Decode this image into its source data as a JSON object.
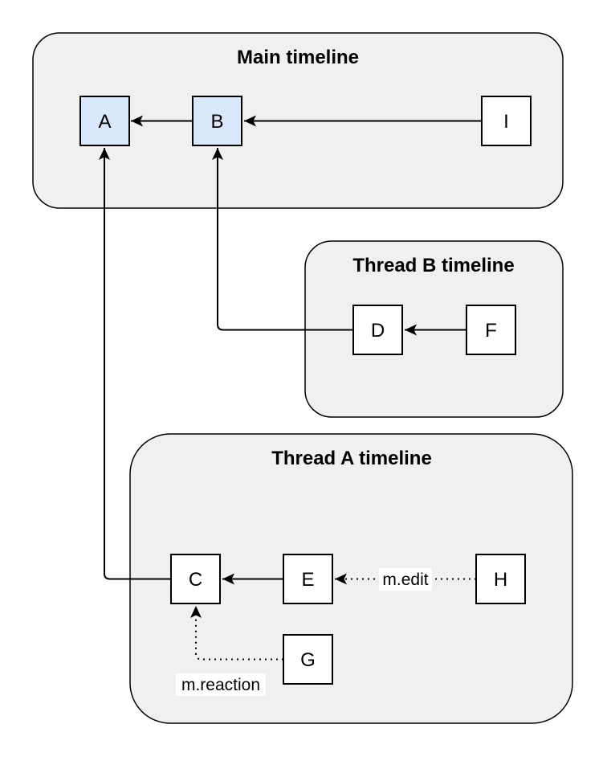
{
  "diagram": {
    "colors": {
      "background": "#ffffff",
      "container_fill": "#f0f0f0",
      "container_border": "#000000",
      "node_fill_highlight": "#dae8fc",
      "node_fill_default": "#ffffff",
      "node_border": "#000000",
      "edge_color": "#000000",
      "label_background": "#ffffff"
    },
    "containers": [
      {
        "id": "main",
        "title": "Main timeline",
        "fill": "#f0f0f0"
      },
      {
        "id": "thread-b",
        "title": "Thread B timeline",
        "fill": "#f0f0f0"
      },
      {
        "id": "thread-a",
        "title": "Thread A timeline",
        "fill": "#f0f0f0"
      }
    ],
    "nodes": [
      {
        "id": "A",
        "label": "A",
        "container": "main",
        "fill": "#dae8fc"
      },
      {
        "id": "B",
        "label": "B",
        "container": "main",
        "fill": "#dae8fc"
      },
      {
        "id": "I",
        "label": "I",
        "container": "main",
        "fill": "#ffffff"
      },
      {
        "id": "D",
        "label": "D",
        "container": "thread-b",
        "fill": "#ffffff"
      },
      {
        "id": "F",
        "label": "F",
        "container": "thread-b",
        "fill": "#ffffff"
      },
      {
        "id": "C",
        "label": "C",
        "container": "thread-a",
        "fill": "#ffffff"
      },
      {
        "id": "E",
        "label": "E",
        "container": "thread-a",
        "fill": "#ffffff"
      },
      {
        "id": "H",
        "label": "H",
        "container": "thread-a",
        "fill": "#ffffff"
      },
      {
        "id": "G",
        "label": "G",
        "container": "thread-a",
        "fill": "#ffffff"
      }
    ],
    "edges": [
      {
        "from": "B",
        "to": "A",
        "style": "solid"
      },
      {
        "from": "I",
        "to": "B",
        "style": "solid"
      },
      {
        "from": "F",
        "to": "D",
        "style": "solid"
      },
      {
        "from": "E",
        "to": "C",
        "style": "solid"
      },
      {
        "from": "D",
        "to": "B",
        "style": "solid"
      },
      {
        "from": "C",
        "to": "A",
        "style": "solid"
      },
      {
        "from": "H",
        "to": "E",
        "style": "dotted",
        "label": "m.edit"
      },
      {
        "from": "G",
        "to": "C",
        "style": "dotted",
        "label": "m.reaction"
      }
    ]
  }
}
